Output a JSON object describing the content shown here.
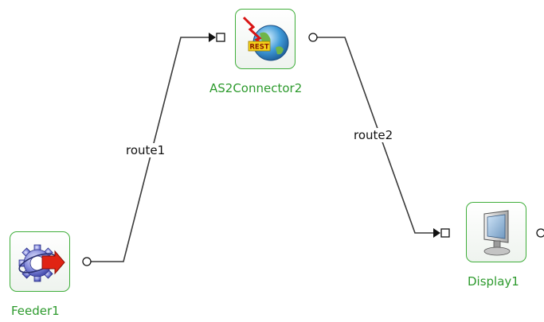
{
  "diagram": {
    "nodes": [
      {
        "id": "feeder1",
        "label": "Feeder1",
        "icon": "feeder-gear-arrow-icon"
      },
      {
        "id": "as2connector2",
        "label": "AS2Connector2",
        "icon": "rest-globe-icon",
        "badge": "REST"
      },
      {
        "id": "display1",
        "label": "Display1",
        "icon": "monitor-icon"
      }
    ],
    "routes": [
      {
        "label": "route1",
        "from": "Feeder1",
        "to": "AS2Connector2"
      },
      {
        "label": "route2",
        "from": "AS2Connector2",
        "to": "Display1"
      }
    ],
    "colors": {
      "node_border": "#3fae3a",
      "node_label": "#2d9a2d",
      "connector": "#3a3a3a"
    }
  }
}
